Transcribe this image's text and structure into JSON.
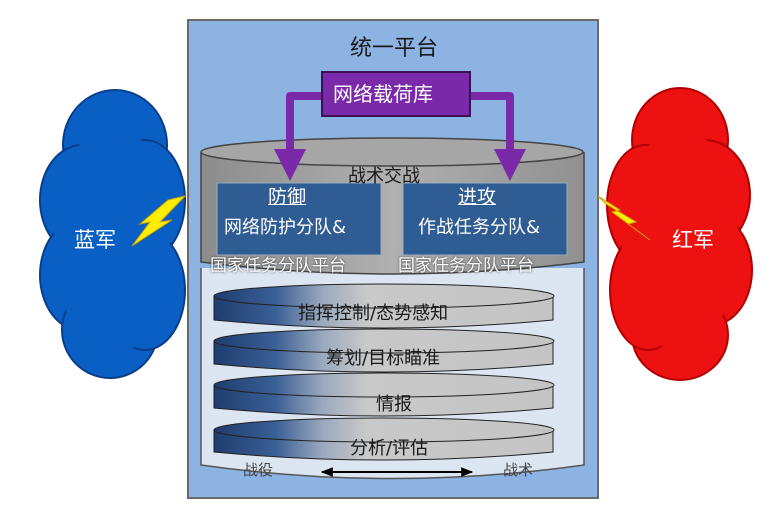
{
  "platform": {
    "title": "统一平台"
  },
  "payload": {
    "label": "网络载荷库"
  },
  "exchange": {
    "label": "战术交战"
  },
  "defense": {
    "heading": "防御",
    "line1": "网络防护分队&",
    "line2": "国家任务分队平台"
  },
  "offense": {
    "heading": "进攻",
    "line1": "作战任务分队&",
    "line2": "国家任务分队平台"
  },
  "layers": [
    "指挥控制/态势感知",
    "筹划/目标瞄准",
    "情报",
    "分析/评估"
  ],
  "scale": {
    "left": "战役",
    "right": "战术"
  },
  "blue_team": {
    "label": "蓝军",
    "color": "#0a5fc4"
  },
  "red_team": {
    "label": "红军",
    "color": "#ee1111"
  }
}
